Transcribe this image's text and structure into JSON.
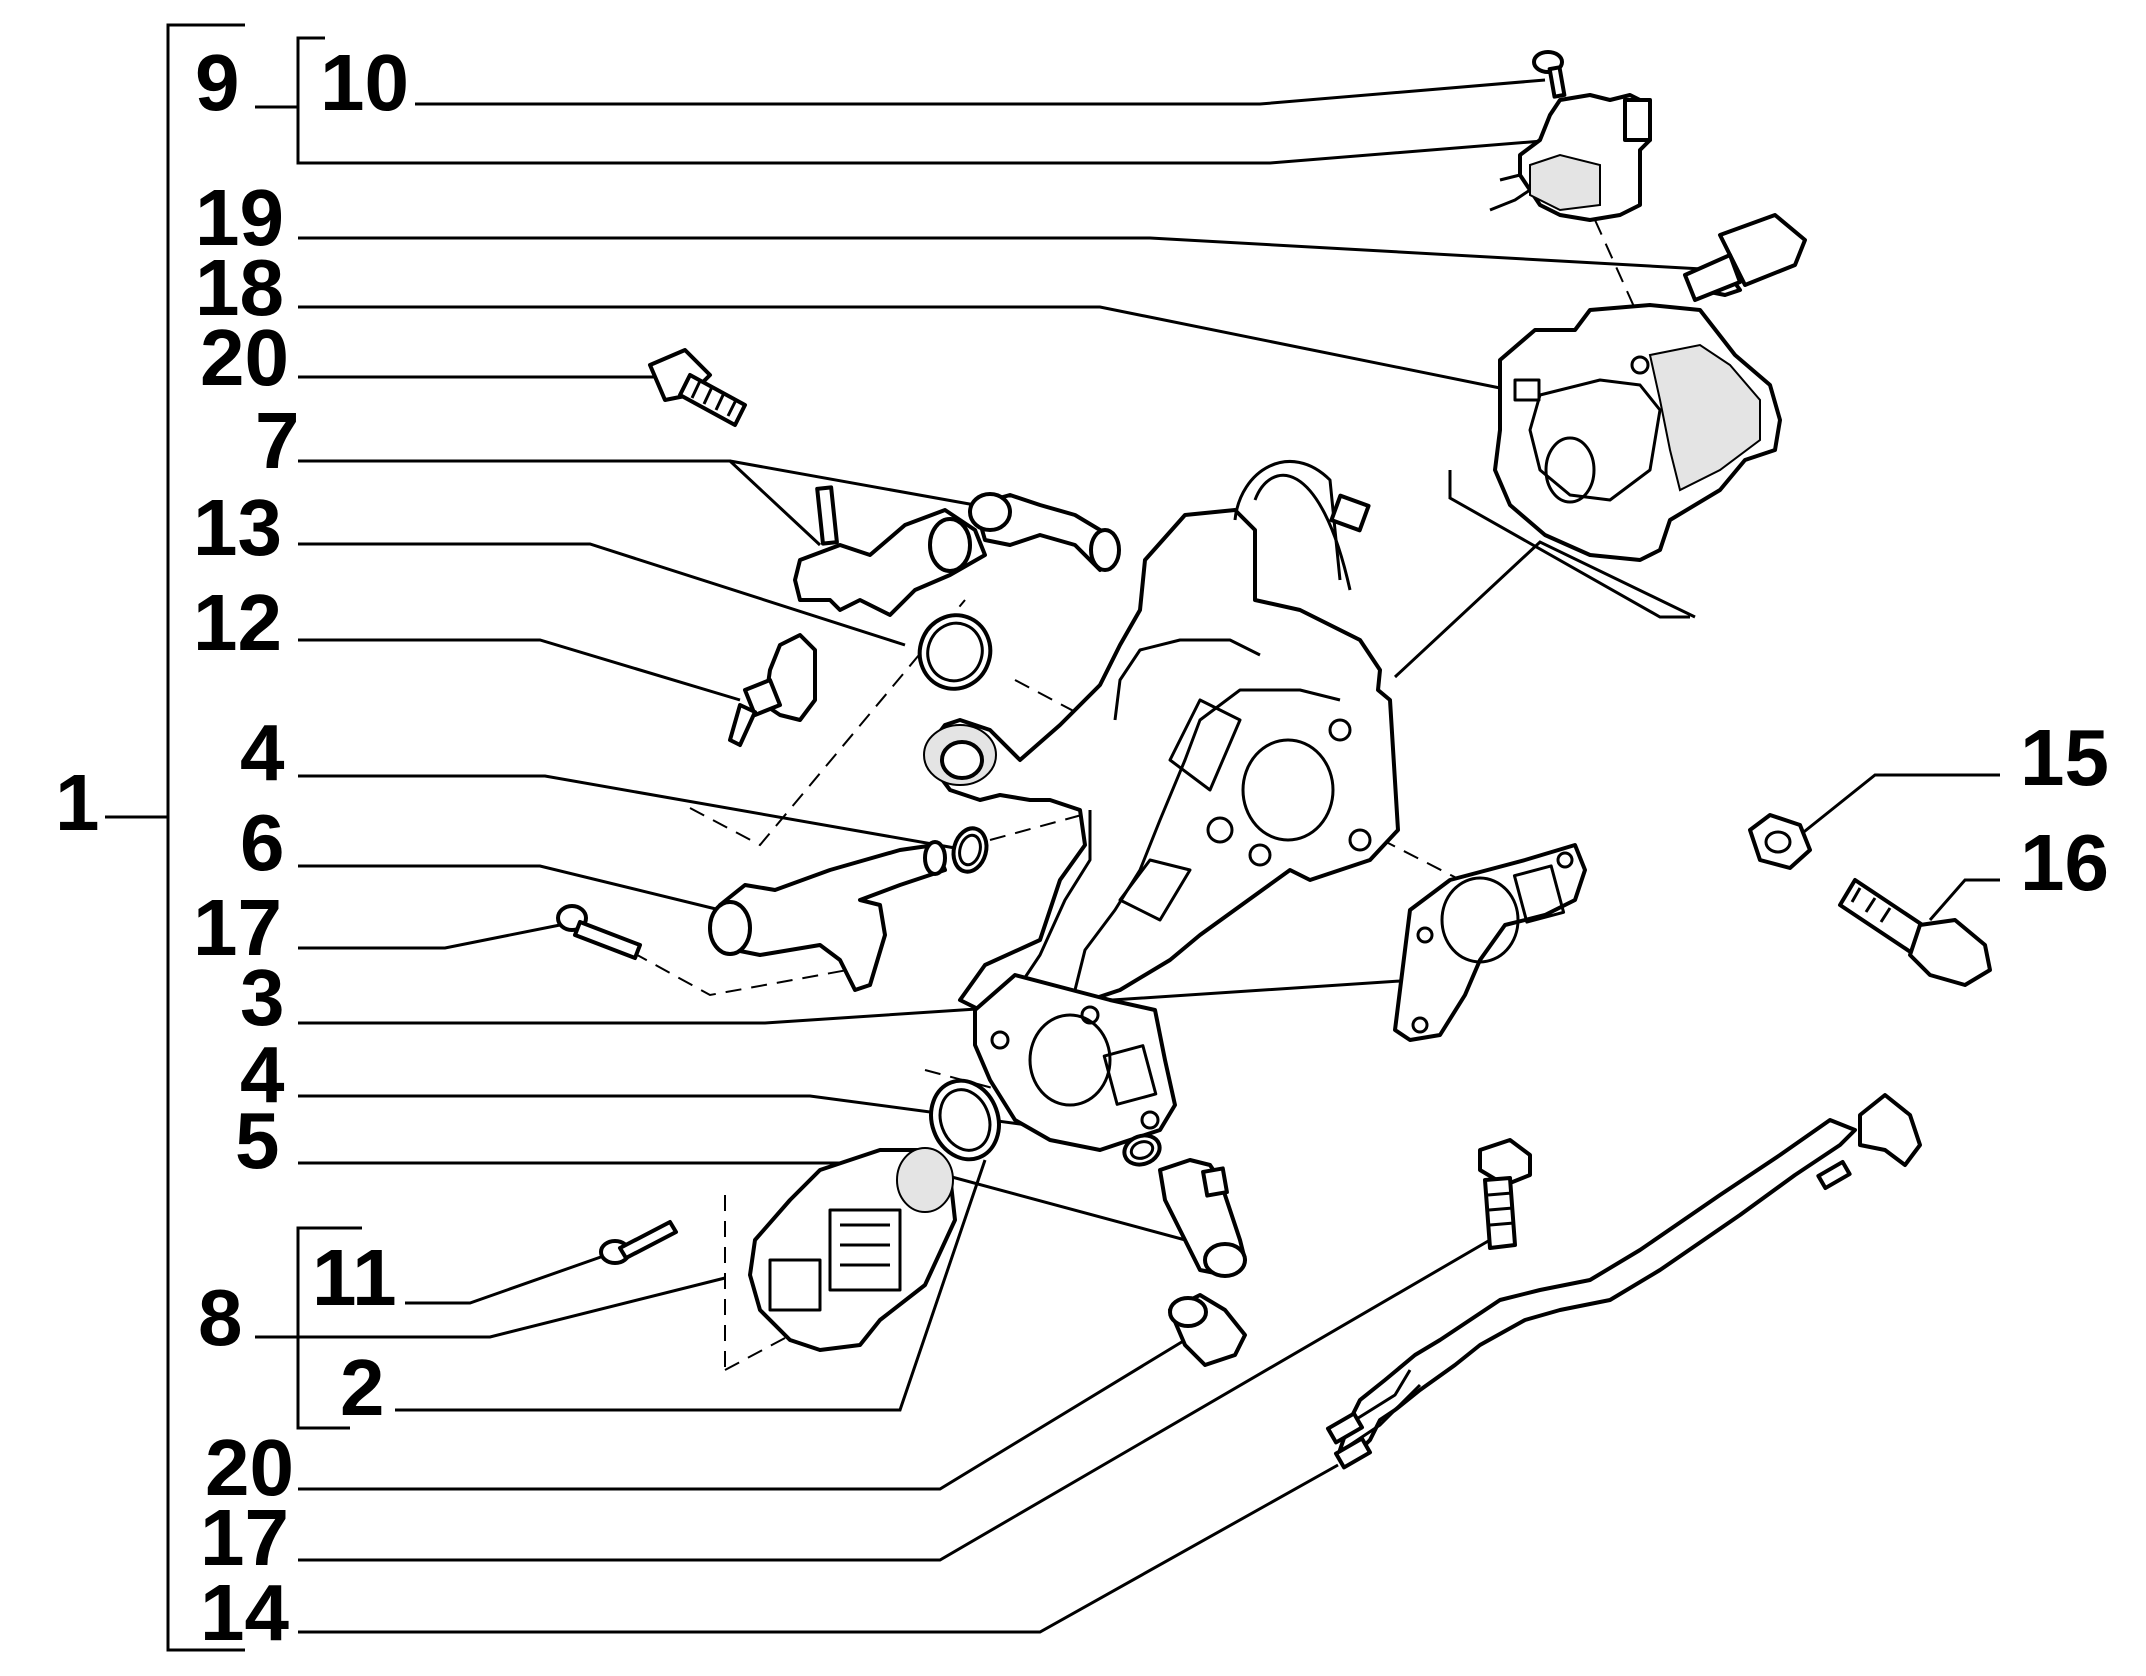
{
  "callouts": {
    "c1": "1",
    "c9": "9",
    "c10": "10",
    "c19": "19",
    "c18": "18",
    "c20a": "20",
    "c7": "7",
    "c13": "13",
    "c12": "12",
    "c4a": "4",
    "c6": "6",
    "c17a": "17",
    "c3": "3",
    "c4b": "4",
    "c5": "5",
    "c11": "11",
    "c8": "8",
    "c2": "2",
    "c20b": "20",
    "c17b": "17",
    "c14": "14",
    "c15": "15",
    "c16": "16"
  },
  "colors": {
    "ink": "#000000",
    "paper": "#ffffff",
    "shade": "#e4e4e4"
  }
}
